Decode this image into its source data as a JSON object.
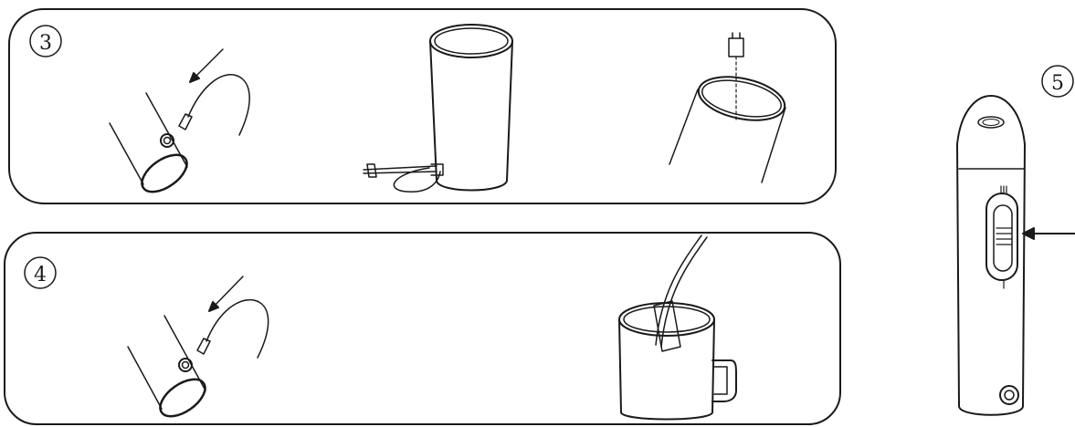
{
  "steps": [
    {
      "number": "3"
    },
    {
      "number": "4"
    },
    {
      "number": "5"
    }
  ],
  "colors": {
    "line": "#1a1a1a",
    "background": "#ffffff"
  },
  "icons": [
    "arrow-icon",
    "plug-icon"
  ]
}
